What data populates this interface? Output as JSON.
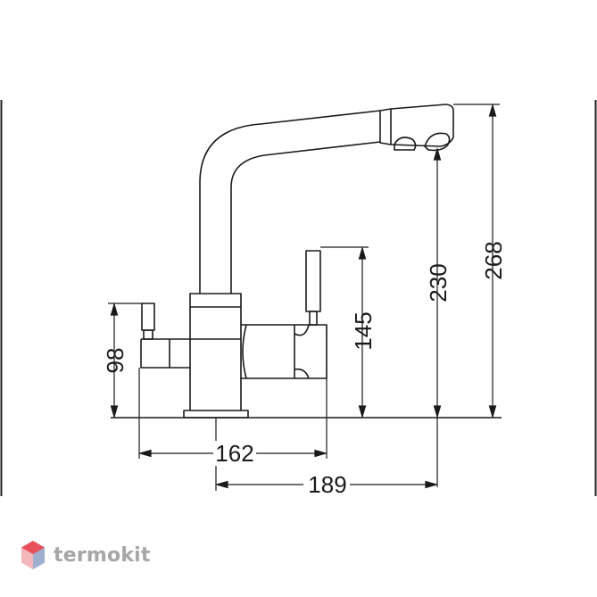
{
  "dimensions": {
    "height_total": "268",
    "spout_height": "230",
    "lever_height": "145",
    "side_handle_height": "98",
    "reach_162": "162",
    "reach_189": "189"
  },
  "brand": {
    "logo_text": "termokit",
    "colors": {
      "hex_red": "#e8505b",
      "hex_blue": "#5aa7e0",
      "hex_light": "#f2b6bb",
      "text": "#a6a6a6"
    }
  },
  "colors": {
    "line": "#1a1a1a",
    "frame": "#222222"
  }
}
